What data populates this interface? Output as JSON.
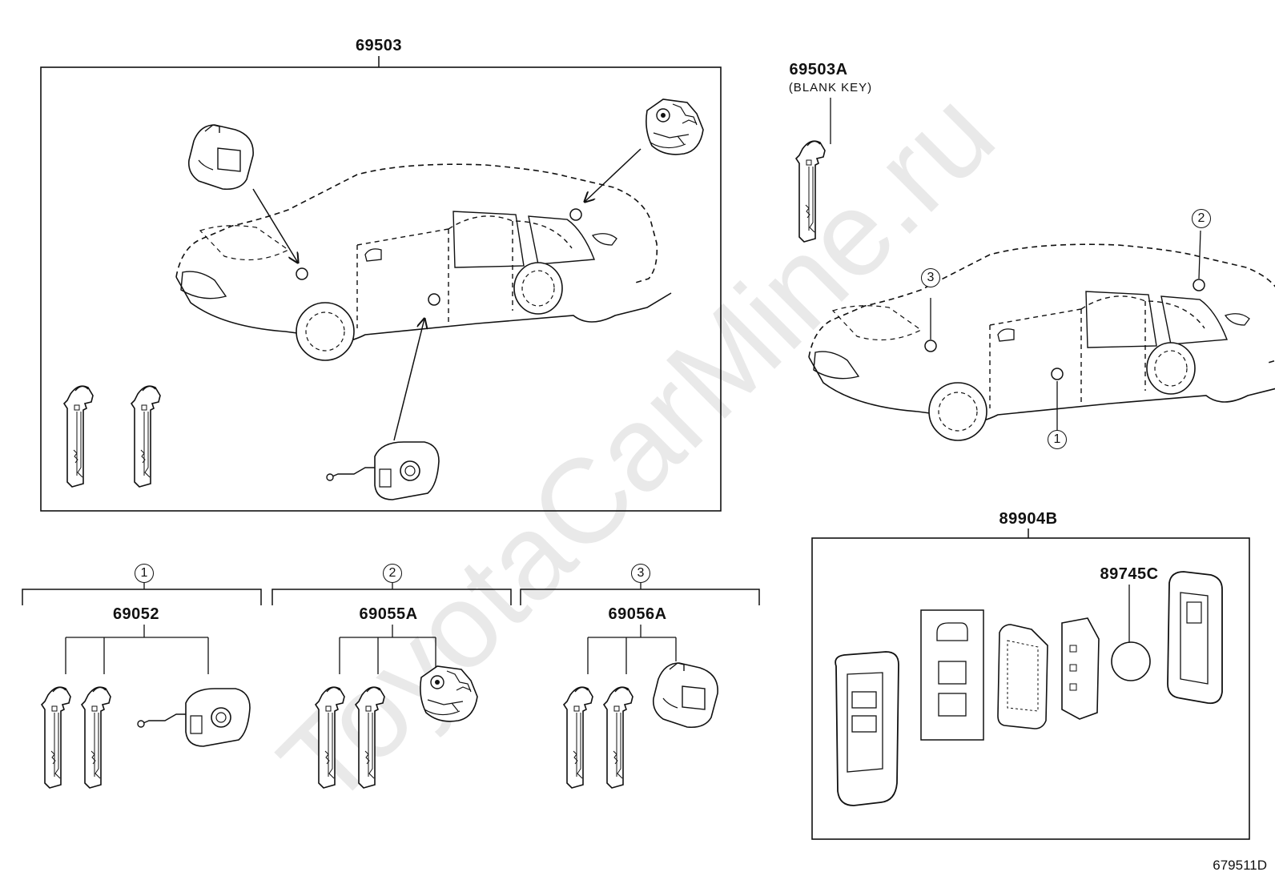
{
  "watermark": "ToyotaCarMine.ru",
  "diagram_code": "679511D",
  "parts": {
    "lock_set": "69503",
    "blank_key": "69503A",
    "blank_key_note": "(BLANK KEY)",
    "door_cylinder_set": "69052",
    "luggage_cylinder_set": "69055A",
    "ignition_cylinder_set": "69056A",
    "transmitter_assy": "89904B",
    "battery": "89745C"
  },
  "callouts": {
    "one": "1",
    "two": "2",
    "three": "3"
  }
}
